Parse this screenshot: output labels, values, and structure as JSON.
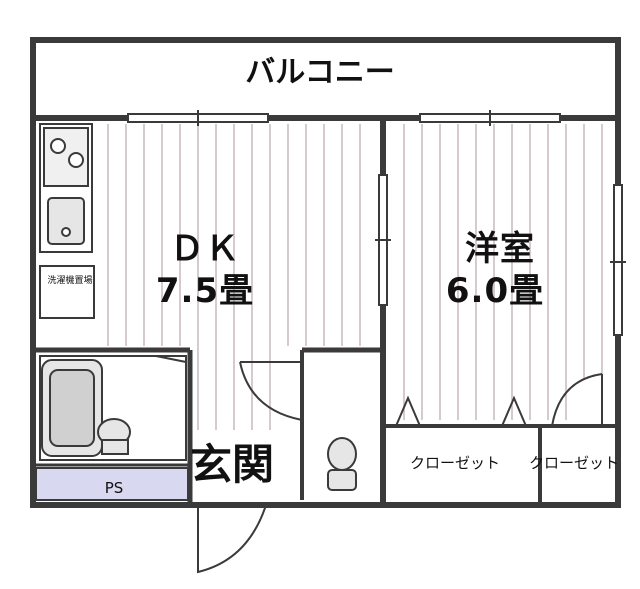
{
  "rooms": {
    "balcony": "バルコニー",
    "dk_name": "ＤＫ",
    "dk_size": "7.5畳",
    "western_name": "洋室",
    "western_size": "6.0畳",
    "entrance": "玄関",
    "closet_1": "クローゼット",
    "closet_2": "クローゼット",
    "ps": "PS",
    "washer_space": "洗濯機置場"
  },
  "colors": {
    "wall": "#3a3a3a",
    "floor_line": "#c9b8b8",
    "ps_fill": "#d8d8f0",
    "fixture": "#cfcfcf"
  }
}
